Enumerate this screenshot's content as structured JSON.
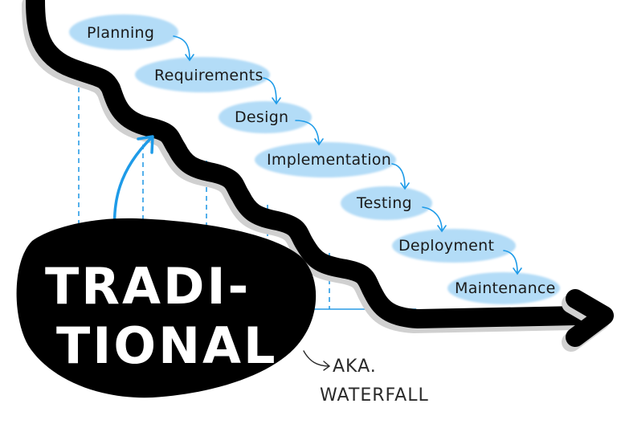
{
  "diagram": {
    "title_line1": "TRADI-",
    "title_line2": "TIONAL",
    "subtitle_line1": "AKA.",
    "subtitle_line2": "WATERFALL",
    "phases": [
      {
        "label": "Planning"
      },
      {
        "label": "Requirements"
      },
      {
        "label": "Design"
      },
      {
        "label": "Implementation"
      },
      {
        "label": "Testing"
      },
      {
        "label": "Deployment"
      },
      {
        "label": "Maintenance"
      }
    ],
    "colors": {
      "bubble": "#b3dcf7",
      "accent_blue": "#1e9be8",
      "path_black": "#000000",
      "shadow_gray": "#d0d0d0",
      "text": "#1a1a1a"
    }
  }
}
